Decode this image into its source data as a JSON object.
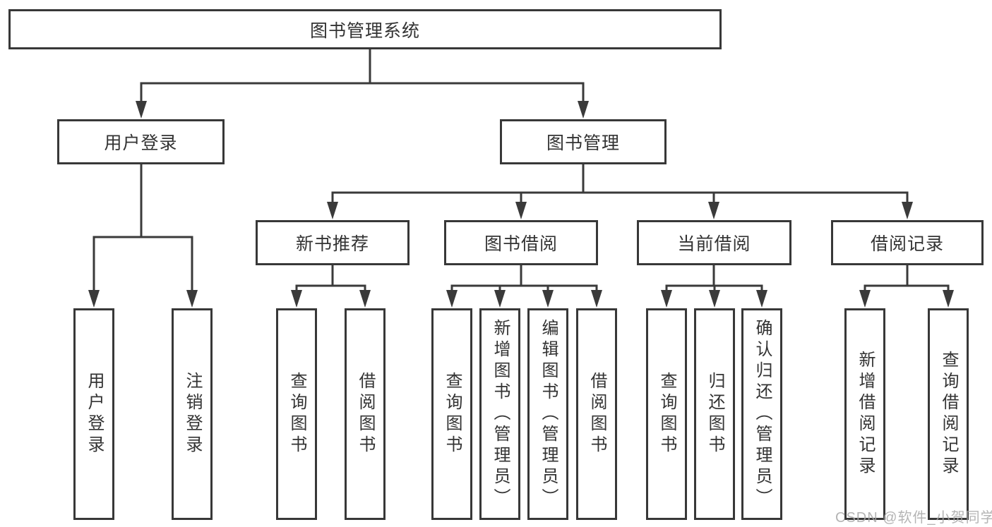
{
  "diagram": {
    "title": "图书管理系统",
    "nodes": {
      "root": "图书管理系统",
      "l2": [
        "用户登录",
        "图书管理"
      ],
      "l3": [
        "新书推荐",
        "图书借阅",
        "当前借阅",
        "借阅记录"
      ],
      "leaves": [
        "用户登录",
        "注销登录",
        "查询图书",
        "借阅图书",
        "查询图书",
        "新增图书（管理员）",
        "编辑图书（管理员）",
        "借阅图书",
        "查询图书",
        "归还图书",
        "确认归还（管理员）",
        "新增借阅记录",
        "查询借阅记录"
      ]
    },
    "hierarchy": {
      "图书管理系统": [
        "用户登录",
        "图书管理"
      ],
      "用户登录": [
        "用户登录",
        "注销登录"
      ],
      "图书管理": [
        "新书推荐",
        "图书借阅",
        "当前借阅",
        "借阅记录"
      ],
      "新书推荐": [
        "查询图书",
        "借阅图书"
      ],
      "图书借阅": [
        "查询图书",
        "新增图书（管理员）",
        "编辑图书（管理员）",
        "借阅图书"
      ],
      "当前借阅": [
        "查询图书",
        "归还图书",
        "确认归还（管理员）"
      ],
      "借阅记录": [
        "新增借阅记录",
        "查询借阅记录"
      ]
    }
  },
  "watermark": {
    "text": "CSDN @软件_小贺同学"
  },
  "colors": {
    "box_border": "#383838",
    "line": "#3a3a3a",
    "text": "#333333",
    "watermark": "#a8a8a8",
    "background": "#ffffff"
  }
}
